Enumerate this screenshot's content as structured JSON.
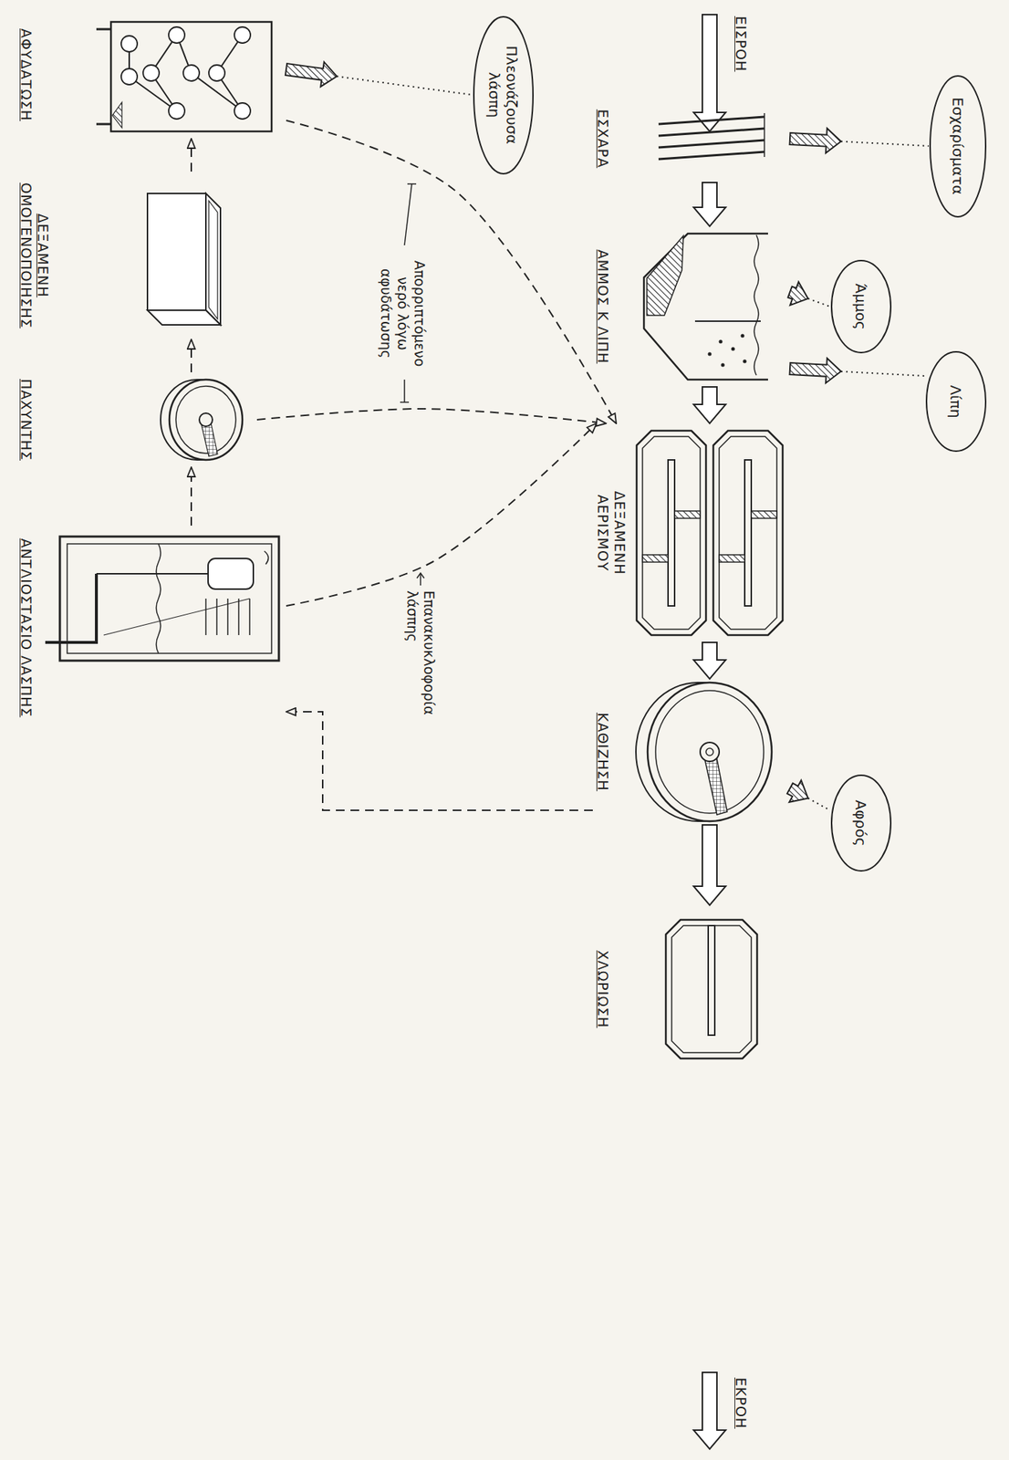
{
  "diagram": {
    "nodes": [
      {
        "text": [
          "ΕΣΧΑΡΑ"
        ]
      },
      {
        "text": [
          "ΑΜΜΟΣ Κ ΛΙΠΗ"
        ]
      },
      {
        "text": [
          "ΔΕΞΑΜΕΝΗ ΑΕΡΙΣΜΟΥ"
        ]
      },
      {
        "text": [
          "ΚΑΘΙΖΗΣΗ"
        ]
      },
      {
        "text": [
          "ΧΛΩΡΙΩΣΗ"
        ]
      },
      {
        "text": [
          "Εσχαρίσματα"
        ]
      },
      {
        "text": [
          "Άμμος"
        ]
      },
      {
        "text": [
          "Λίπη"
        ]
      },
      {
        "text": [
          "Αφρός"
        ]
      },
      {
        "text": [
          "ΑΝΤΛΙΟΣΤΑΣΙΟ ΛΑΣΠΗΣ"
        ]
      },
      {
        "text": [
          "ΠΑΧΥΝΤΗΣ"
        ]
      },
      {
        "text": [
          "ΔΕΞΑΜΕΝΗ ΟΜΟΓΕΝΟΠΟΙΗΣΗΣ"
        ]
      },
      {
        "text": [
          "ΑΦΥΔΑΤΩΣΗ"
        ]
      },
      {
        "text": [
          "Πλεονάζουσα λάσπη"
        ]
      }
    ],
    "edges": [
      {
        "from": 0,
        "to": 1,
        "arrow": "to"
      },
      {
        "from": 1,
        "to": 2,
        "arrow": "to"
      },
      {
        "from": 2,
        "to": 3,
        "arrow": "to"
      },
      {
        "from": 3,
        "to": 4,
        "arrow": "to"
      },
      {
        "from": 0,
        "to": 5,
        "arrow": "to"
      },
      {
        "from": 1,
        "to": 6,
        "arrow": "to"
      },
      {
        "from": 1,
        "to": 7,
        "arrow": "to"
      },
      {
        "from": 3,
        "to": 8,
        "arrow": "to"
      },
      {
        "from": 3,
        "to": 9,
        "arrow": "to"
      },
      {
        "from": 9,
        "to": 2,
        "label": "Επανακυκλοφορία λάσπης",
        "arrow": "to"
      },
      {
        "from": 9,
        "to": 10,
        "arrow": "to"
      },
      {
        "from": 10,
        "to": 11,
        "arrow": "to"
      },
      {
        "from": 11,
        "to": 12,
        "arrow": "to"
      },
      {
        "from": 10,
        "to": 2,
        "arrow": "to"
      },
      {
        "from": 12,
        "to": 2,
        "arrow": "to"
      },
      {
        "from": 12,
        "to": 13,
        "arrow": "to"
      }
    ],
    "labels": [
      "ΕΙΣΡΟΗ",
      "ΕΚΡΟΗ",
      "Απορριπτόμενο νερό λόγω αφυδάτωσης"
    ]
  }
}
